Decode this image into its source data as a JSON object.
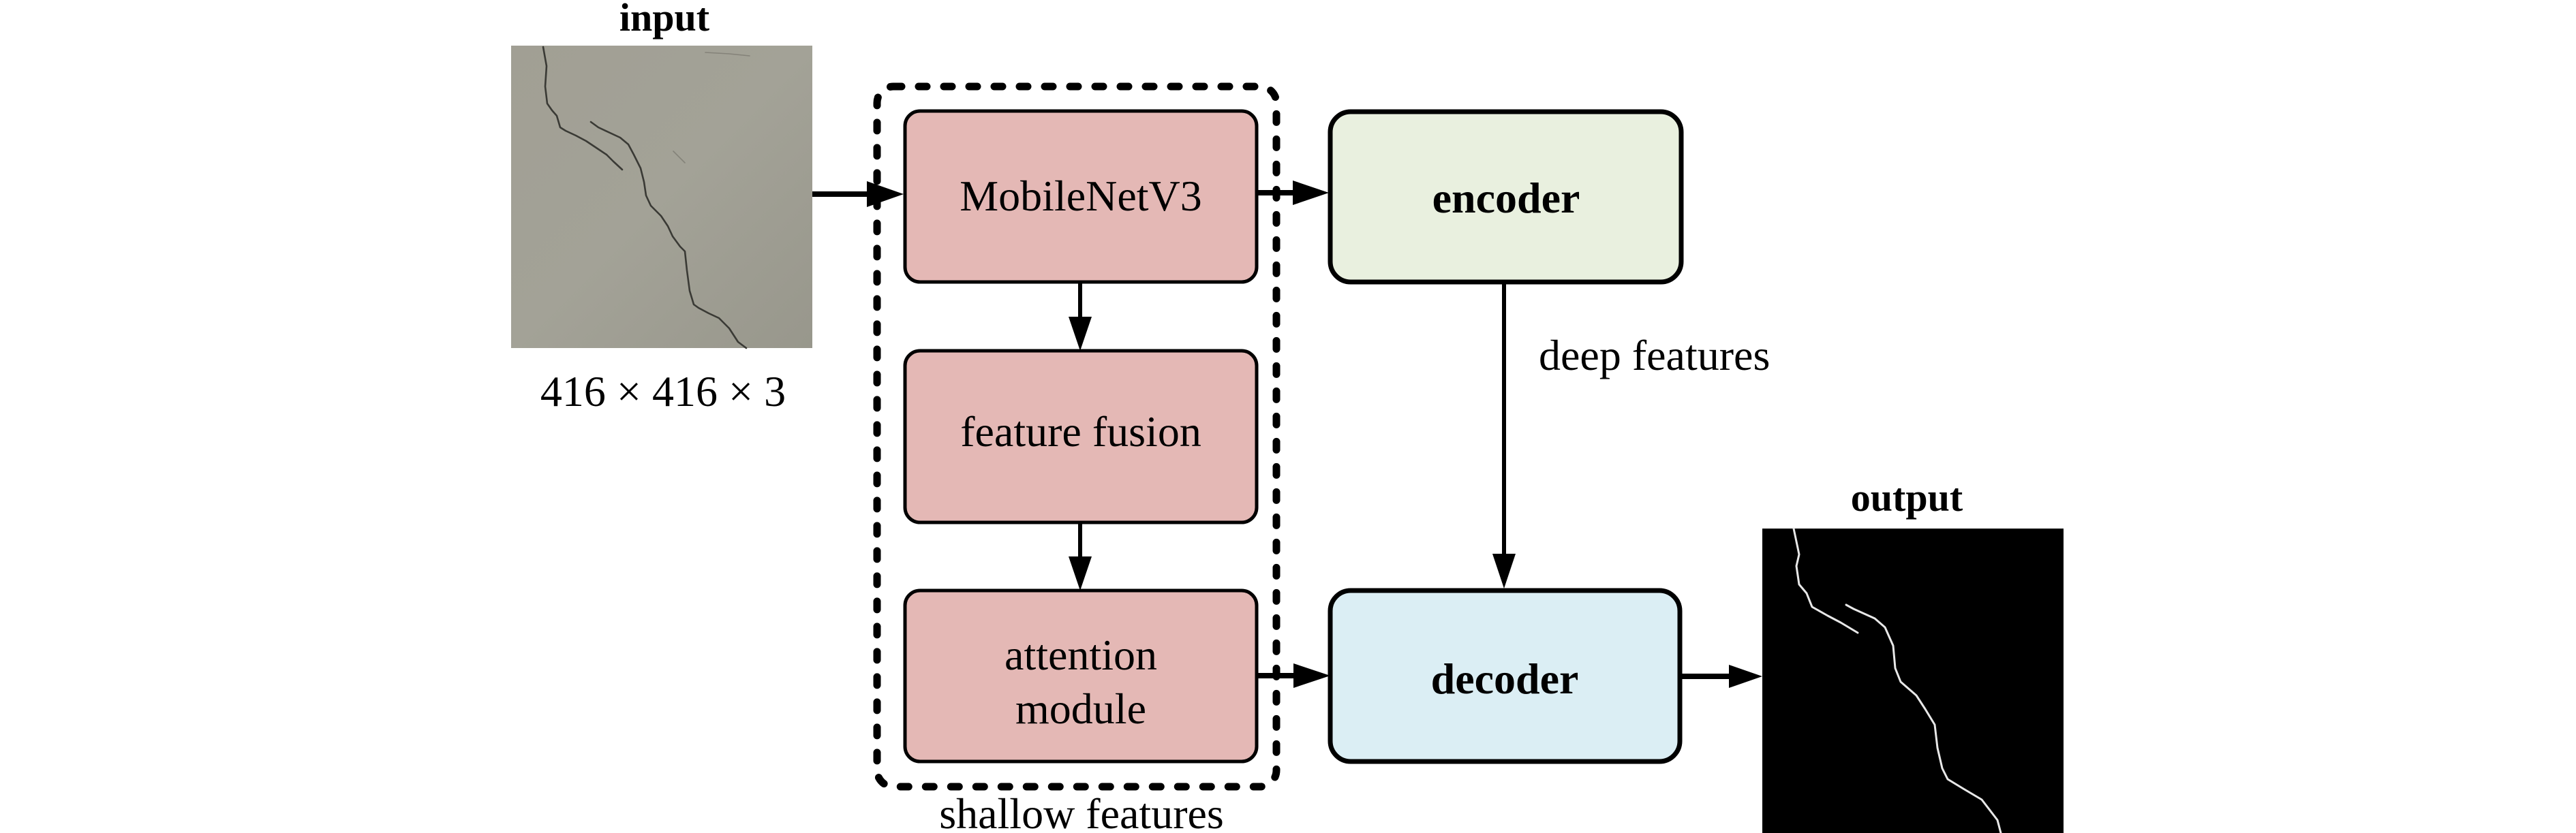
{
  "figure": {
    "input": {
      "label": "input",
      "dimensions": "416 × 416 × 3",
      "image_description": "concrete surface photo with crack"
    },
    "output": {
      "label": "output",
      "image_description": "binary crack segmentation mask (white crack on black)"
    },
    "shallow_group": {
      "label": "shallow features",
      "blocks": [
        {
          "id": "mobilenet",
          "lines": [
            "MobileNetV3"
          ]
        },
        {
          "id": "feature-fusion",
          "lines": [
            "feature fusion"
          ]
        },
        {
          "id": "attention-module",
          "lines": [
            "attention",
            "module"
          ]
        }
      ]
    },
    "encoder": {
      "label": "encoder"
    },
    "decoder": {
      "label": "decoder"
    },
    "deep_features_label": "deep features",
    "colors": {
      "shallow_block_fill": "#e4b8b5",
      "encoder_fill": "#e9f0df",
      "decoder_fill": "#dbeef4",
      "input_image_tone": "#9d9c91",
      "output_background": "#000000"
    },
    "connections": [
      {
        "from": "input",
        "to": "mobilenet"
      },
      {
        "from": "mobilenet",
        "to": "encoder"
      },
      {
        "from": "mobilenet",
        "to": "feature-fusion"
      },
      {
        "from": "feature-fusion",
        "to": "attention-module"
      },
      {
        "from": "attention-module",
        "to": "decoder"
      },
      {
        "from": "encoder",
        "to": "decoder",
        "label": "deep features"
      },
      {
        "from": "decoder",
        "to": "output"
      }
    ]
  }
}
